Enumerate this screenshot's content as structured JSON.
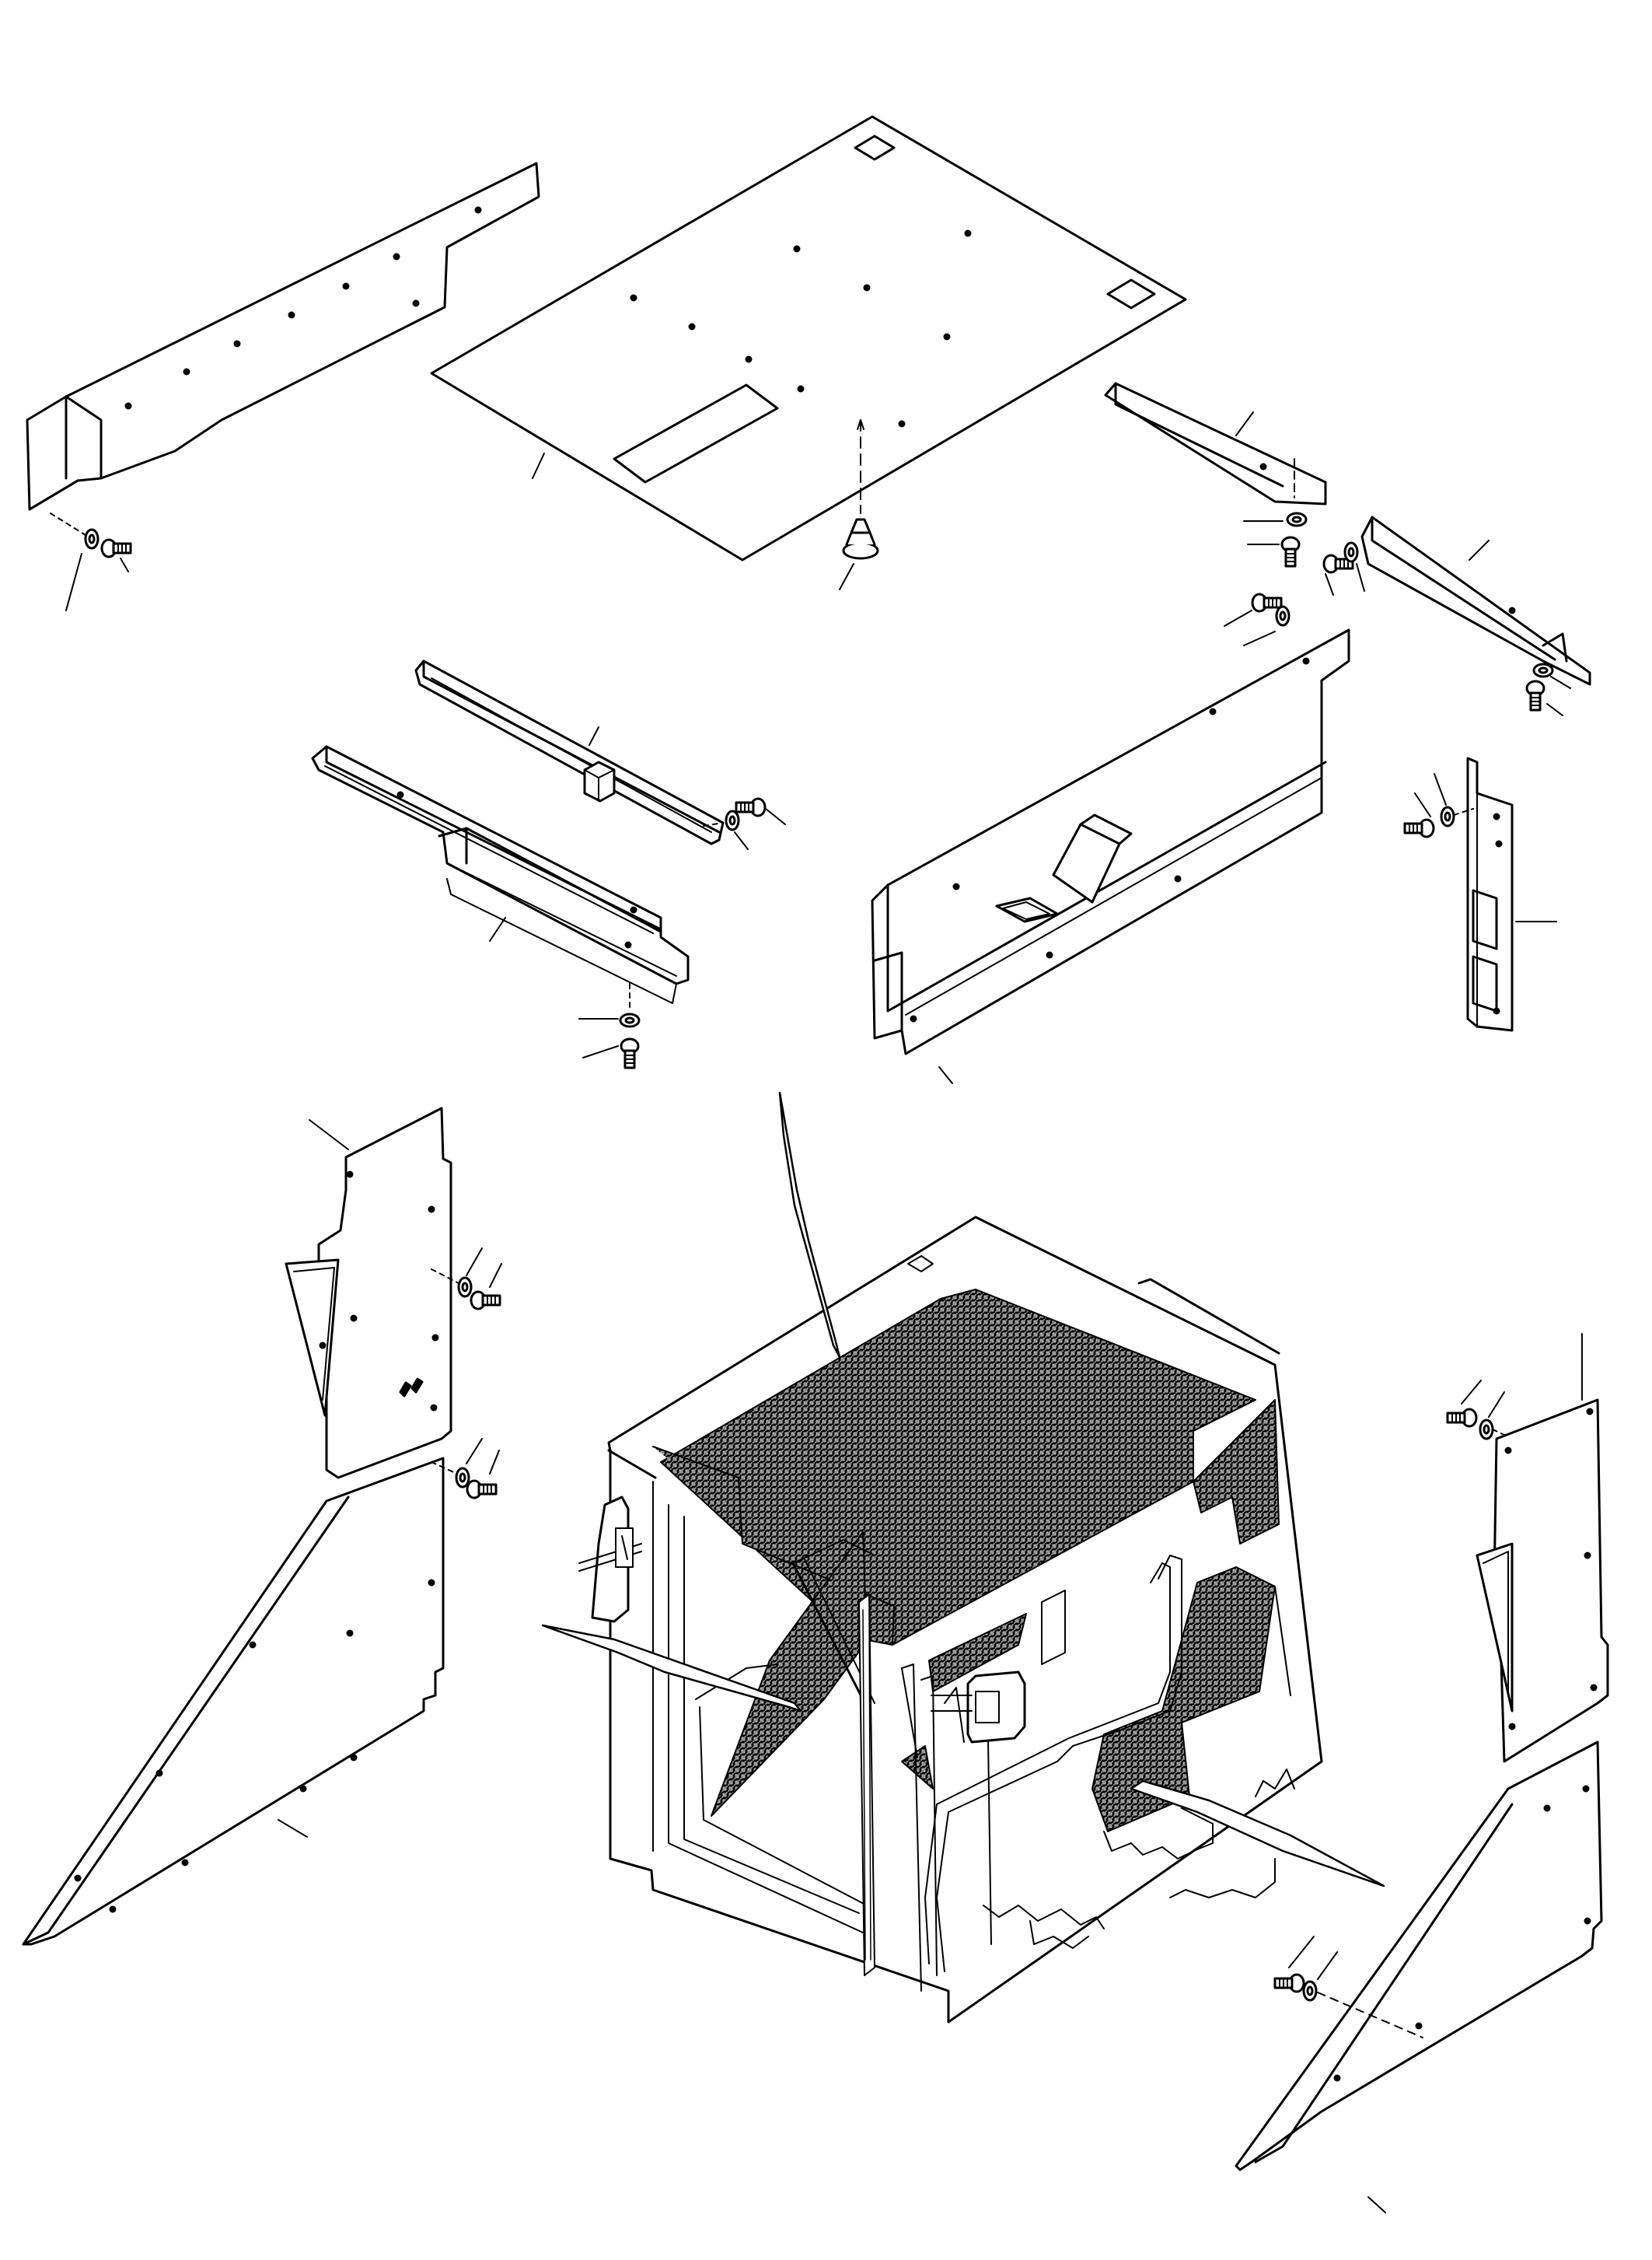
{
  "diagram": {
    "style": {
      "stroke": "#000000",
      "paper": "#ffffff",
      "hatch": "#b3b3b3"
    },
    "parts": [
      {
        "id": "left-top-rail",
        "icon": "bracket-panel-icon"
      },
      {
        "id": "roof-lining-panel",
        "icon": "flat-panel-icon"
      },
      {
        "id": "push-rivet-clip",
        "icon": "clip-icon"
      },
      {
        "id": "right-top-small-bracket",
        "icon": "bracket-icon"
      },
      {
        "id": "right-top-angle-bracket",
        "icon": "bracket-icon"
      },
      {
        "id": "center-rail-upper",
        "icon": "rail-icon"
      },
      {
        "id": "center-rail-lower",
        "icon": "rail-icon"
      },
      {
        "id": "right-duct-panel",
        "icon": "duct-panel-icon"
      },
      {
        "id": "right-narrow-panel",
        "icon": "narrow-panel-icon"
      },
      {
        "id": "left-upper-side-panel",
        "icon": "side-panel-icon"
      },
      {
        "id": "left-lower-triangular-panel",
        "icon": "triangular-panel-icon"
      },
      {
        "id": "cab-assembly",
        "icon": "cab-icon"
      },
      {
        "id": "right-upper-side-panel",
        "icon": "side-panel-icon"
      },
      {
        "id": "right-lower-triangular-panel",
        "icon": "triangular-panel-icon"
      },
      {
        "id": "bolt-and-washer-sets",
        "icon": "bolt-icon"
      }
    ]
  }
}
